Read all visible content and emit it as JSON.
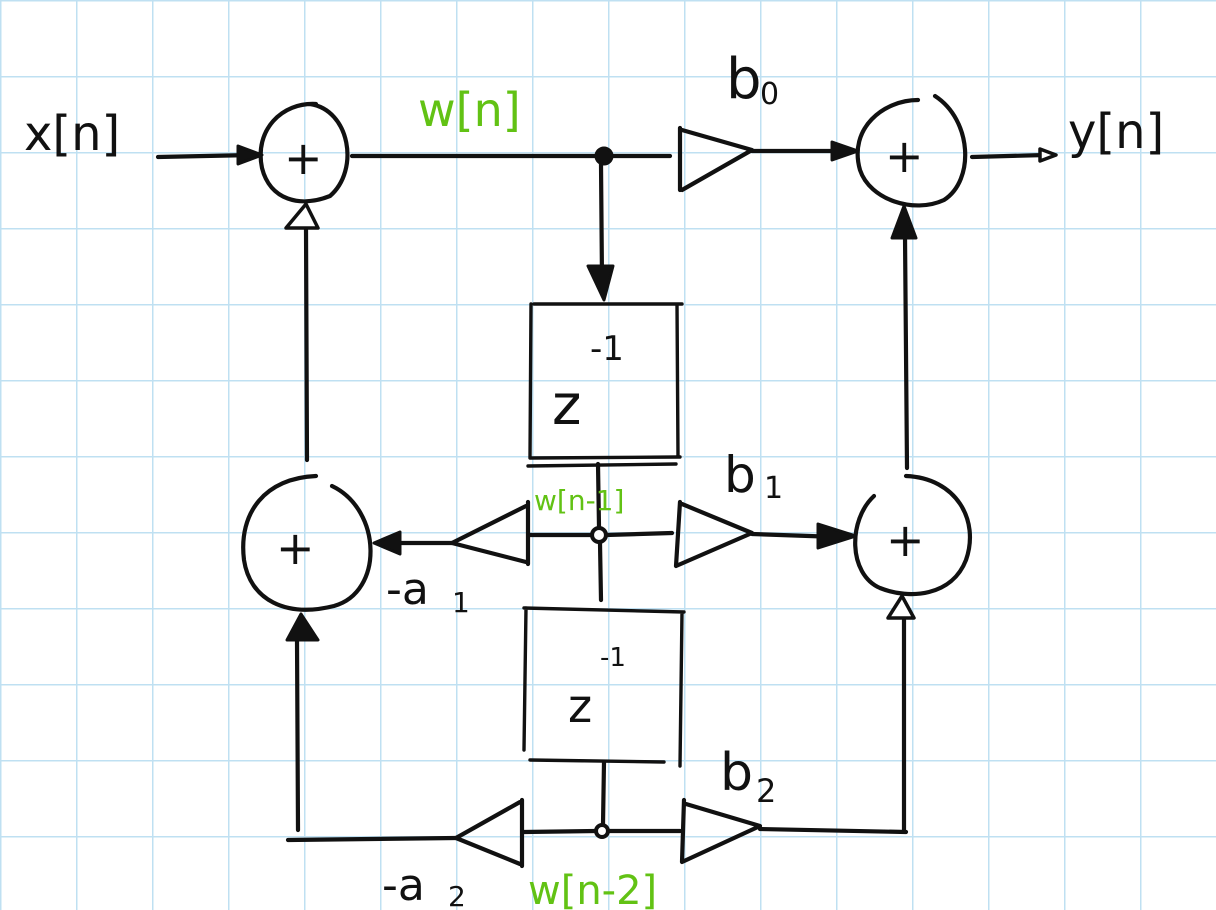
{
  "diagram": {
    "input_label": "x[n]",
    "output_label": "y[n]",
    "adder_symbol": "+",
    "delay_label": "z",
    "delay_exponent": "-1",
    "signals": {
      "w_n": "w[n]",
      "w_n1": "w[n-1]",
      "w_n2": "w[n-2]"
    },
    "gains": {
      "b0_base": "b",
      "b0_sub": "0",
      "b1_base": "b",
      "b1_sub": "1",
      "b2_base": "b",
      "b2_sub": "2",
      "a1_base": "-a",
      "a1_sub": "1",
      "a2_base": "-a",
      "a2_sub": "2"
    },
    "colors": {
      "ink": "#111111",
      "signal_labels": "#62c214",
      "grid": "#bfe0f2"
    }
  }
}
